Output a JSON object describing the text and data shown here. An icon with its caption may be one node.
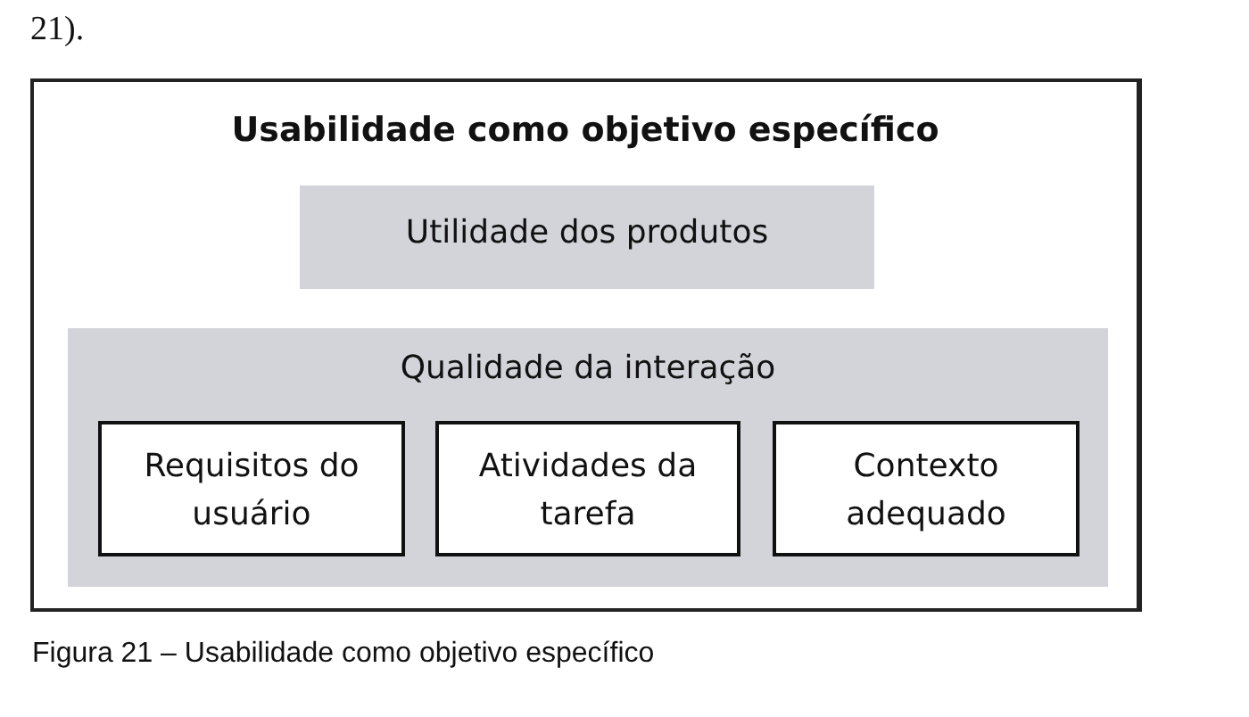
{
  "diagram": {
    "caption": "Figura 21 – Usabilidade como objetivo específico",
    "nodes": [
      {
        "text": [
          "Usabilidade como objetivo específico"
        ]
      },
      {
        "text": [
          "Utilidade dos produtos"
        ],
        "in": 0
      },
      {
        "text": [
          "Qualidade da interação"
        ],
        "in": 0
      },
      {
        "text": [
          "Requisitos do usuário"
        ],
        "in": 2
      },
      {
        "text": [
          "Atividades da tarefa"
        ],
        "in": 2
      },
      {
        "text": [
          "Contexto adequado"
        ],
        "in": 2
      }
    ],
    "labels": [
      "21)."
    ]
  }
}
